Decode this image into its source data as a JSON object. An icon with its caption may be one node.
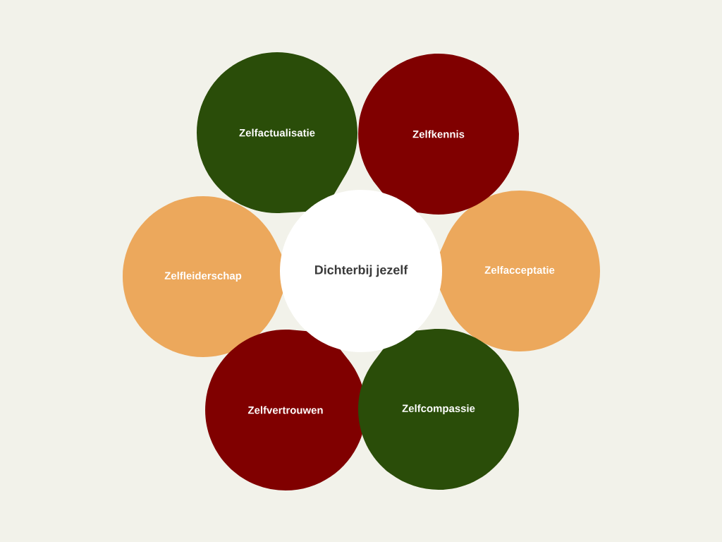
{
  "diagram": {
    "nodes": [
      {
        "text": [
          "Zelfactualisatie"
        ]
      },
      {
        "text": [
          "Zelfkennis"
        ]
      },
      {
        "text": [
          "Zelfleiderschap"
        ]
      },
      {
        "text": [
          "Dichterbij jezelf"
        ]
      },
      {
        "text": [
          "Zelfacceptatie"
        ]
      },
      {
        "text": [
          "Zelfvertrouwen"
        ]
      },
      {
        "text": [
          "Zelfcompassie"
        ]
      }
    ]
  }
}
